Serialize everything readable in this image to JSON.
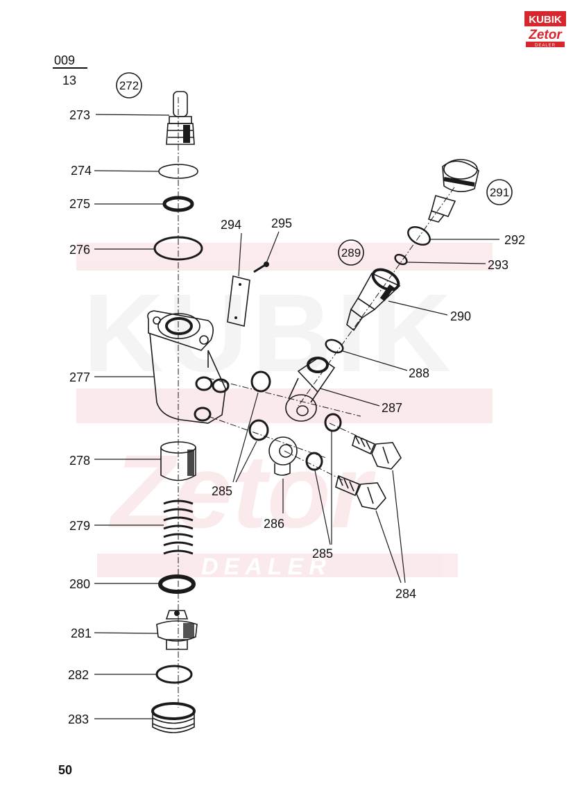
{
  "page": {
    "group_code_top": "009",
    "group_code_bottom": "13",
    "page_number": "50"
  },
  "brand": {
    "logo_top_text": "KUBIK",
    "logo_bottom_text": "Zetor",
    "logo_sub_text": "DEALER",
    "colors": {
      "red": "#d7262e",
      "dark": "#1a1a1a"
    }
  },
  "watermark": {
    "top_text": "KUBIK",
    "script_text": "Zetor",
    "bottom_text": "DEALER"
  },
  "assembly_labels": [
    "272",
    "289",
    "291"
  ],
  "callouts": {
    "p273": "273",
    "p274": "274",
    "p275": "275",
    "p276": "276",
    "p277": "277",
    "p278": "278",
    "p279": "279",
    "p280": "280",
    "p281": "281",
    "p282": "282",
    "p283": "283",
    "p284": "284",
    "p285a": "285",
    "p285b": "285",
    "p286": "286",
    "p287": "287",
    "p288": "288",
    "p290": "290",
    "p292": "292",
    "p293": "293",
    "p294": "294",
    "p295": "295"
  }
}
